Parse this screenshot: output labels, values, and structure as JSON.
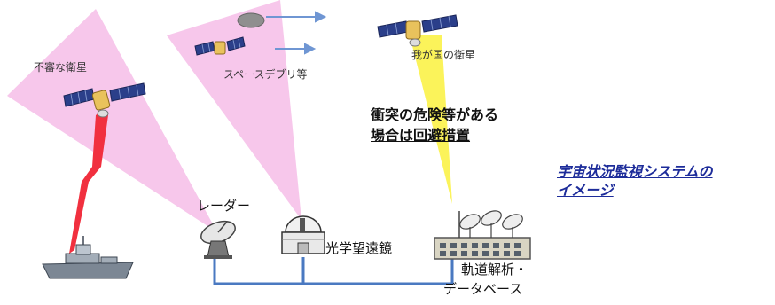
{
  "labels": {
    "suspicious_satellite": "不審な衛星",
    "space_debris": "スペースデブリ等",
    "our_satellite": "我が国の衛星",
    "collision_risk_line1": "衝突の危険等がある",
    "collision_risk_line2": "場合は回避措置",
    "radar": "レーダー",
    "optical_telescope": "光学望遠鏡",
    "orbit_analysis_line1": "軌道解析・",
    "orbit_analysis_line2": "データベース"
  },
  "caption": {
    "line1": "宇宙状況監視システムの",
    "line2": "イメージ"
  },
  "colors": {
    "beam_pink": "#f6bde8",
    "beam_yellow": "#fbf35a",
    "bolt_red": "#f1303f",
    "network_blue": "#4a79c1",
    "arrow_blue": "#6f96d3",
    "caption_blue": "#1d2c9a"
  }
}
